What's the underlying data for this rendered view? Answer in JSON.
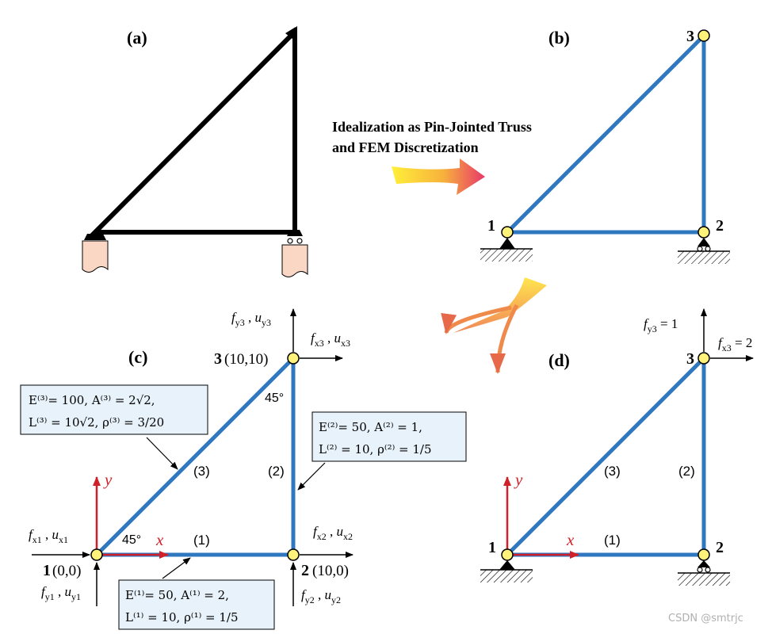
{
  "panels": {
    "a": "(a)",
    "b": "(b)",
    "c": "(c)",
    "d": "(d)"
  },
  "idealization": {
    "line1": "Idealization as Pin-Jointed Truss",
    "line2": "and FEM Discretization"
  },
  "nodes": {
    "n1": "1",
    "n2": "2",
    "n3": "3",
    "n1_coord": "(0,0)",
    "n2_coord": "(10,0)",
    "n3_coord": "(10,10)"
  },
  "members": {
    "m1": "(1)",
    "m2": "(2)",
    "m3": "(3)"
  },
  "angles": {
    "a1": "45°",
    "a3": "45°"
  },
  "axes": {
    "x": "x",
    "y": "y"
  },
  "forces_c": {
    "fx1": "f",
    "fx1_sub": "x1",
    "ux1": "u",
    "ux1_sub": "x1",
    "fy1": "f",
    "fy1_sub": "y1",
    "uy1": "u",
    "uy1_sub": "y1",
    "fx2": "f",
    "fx2_sub": "x2",
    "ux2": "u",
    "ux2_sub": "x2",
    "fy2": "f",
    "fy2_sub": "y2",
    "uy2": "u",
    "uy2_sub": "y2",
    "fx3": "f",
    "fx3_sub": "x3",
    "ux3": "u",
    "ux3_sub": "x3",
    "fy3": "f",
    "fy3_sub": "y3",
    "uy3": "u",
    "uy3_sub": "y3"
  },
  "loads_d": {
    "fy3": "f",
    "fy3_sub": "y3",
    "fy3_val": "= 1",
    "fx3": "f",
    "fx3_sub": "x3",
    "fx3_val": "= 2"
  },
  "properties": {
    "m3_line1": "E⁽³⁾= 100,  A⁽³⁾ = 2√2,",
    "m3_line2": "L⁽³⁾ = 10√2,  ρ⁽³⁾ = 3/20",
    "m2_line1": "E⁽²⁾= 50,  A⁽²⁾ = 1,",
    "m2_line2": "L⁽²⁾ = 10,  ρ⁽²⁾ = 1/5",
    "m1_line1": "E⁽¹⁾= 50,  A⁽¹⁾ = 2,",
    "m1_line2": "L⁽¹⁾ = 10,  ρ⁽¹⁾ = 1/5"
  },
  "watermark": "CSDN @smtrjc",
  "colors": {
    "member": "#2f78c0",
    "node_fill": "#fff27a",
    "axis": "#d0202a",
    "box_fill": "#e7f2fa",
    "support_pad": "#f9d7c4"
  }
}
